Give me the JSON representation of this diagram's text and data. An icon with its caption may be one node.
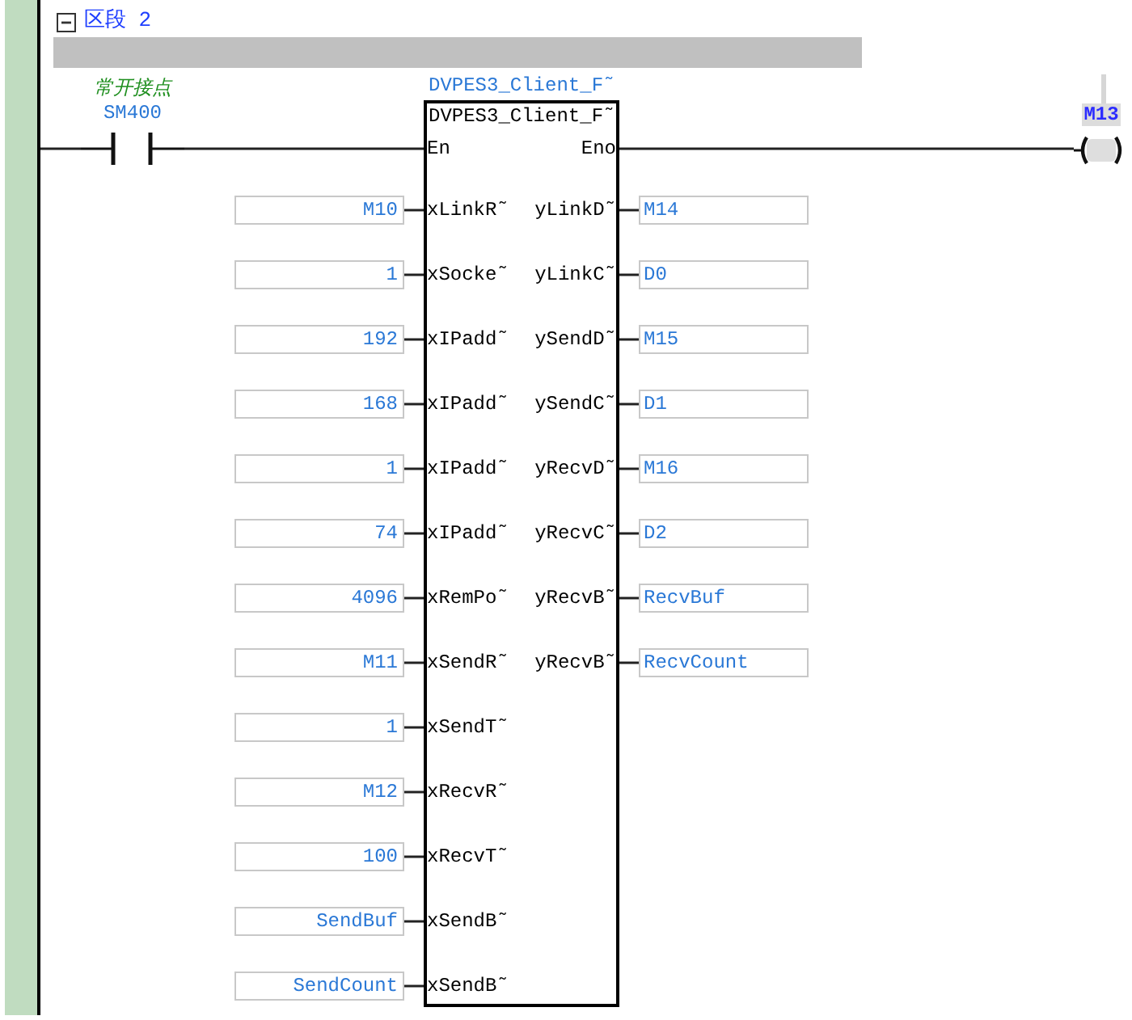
{
  "diagram": {
    "title": "区段 2",
    "nodes": [
      {
        "text": [],
        "shape": "bar"
      },
      {
        "text": [
          "常开接点",
          "SM400"
        ]
      },
      {
        "text": [
          "DVPES3_Client_F˜"
        ],
        "beside": [
          "DVPES3_Client_F˜"
        ]
      },
      {
        "text": [
          "En"
        ],
        "in": 2
      },
      {
        "text": [
          "Eno"
        ],
        "in": 2
      },
      {
        "text": [
          "M13"
        ]
      },
      {
        "text": [
          "M10"
        ]
      },
      {
        "text": [
          "xLinkR˜"
        ],
        "in": 2
      },
      {
        "text": [
          "yLinkD˜"
        ],
        "in": 2
      },
      {
        "text": [
          "M14"
        ]
      },
      {
        "text": [
          "1"
        ]
      },
      {
        "text": [
          "xSocke˜"
        ],
        "in": 2
      },
      {
        "text": [
          "yLinkC˜"
        ],
        "in": 2
      },
      {
        "text": [
          "D0"
        ]
      },
      {
        "text": [
          "192"
        ]
      },
      {
        "text": [
          "xIPadd˜"
        ],
        "in": 2
      },
      {
        "text": [
          "ySendD˜"
        ],
        "in": 2
      },
      {
        "text": [
          "M15"
        ]
      },
      {
        "text": [
          "168"
        ]
      },
      {
        "text": [
          "xIPadd˜"
        ],
        "in": 2
      },
      {
        "text": [
          "ySendC˜"
        ],
        "in": 2
      },
      {
        "text": [
          "D1"
        ]
      },
      {
        "text": [
          "1"
        ]
      },
      {
        "text": [
          "xIPadd˜"
        ],
        "in": 2
      },
      {
        "text": [
          "yRecvD˜"
        ],
        "in": 2
      },
      {
        "text": [
          "M16"
        ]
      },
      {
        "text": [
          "74"
        ]
      },
      {
        "text": [
          "xIPadd˜"
        ],
        "in": 2
      },
      {
        "text": [
          "yRecvC˜"
        ],
        "in": 2
      },
      {
        "text": [
          "D2"
        ]
      },
      {
        "text": [
          "4096"
        ]
      },
      {
        "text": [
          "xRemPo˜"
        ],
        "in": 2
      },
      {
        "text": [
          "yRecvB˜"
        ],
        "in": 2
      },
      {
        "text": [
          "RecvBuf"
        ]
      },
      {
        "text": [
          "M11"
        ]
      },
      {
        "text": [
          "xSendR˜"
        ],
        "in": 2
      },
      {
        "text": [
          "yRecvB˜"
        ],
        "in": 2
      },
      {
        "text": [
          "RecvCount"
        ]
      },
      {
        "text": [
          "1"
        ]
      },
      {
        "text": [
          "xSendT˜"
        ],
        "in": 2
      },
      {
        "text": [
          "M12"
        ]
      },
      {
        "text": [
          "xRecvR˜"
        ],
        "in": 2
      },
      {
        "text": [
          "100"
        ]
      },
      {
        "text": [
          "xRecvT˜"
        ],
        "in": 2
      },
      {
        "text": [
          "SendBuf"
        ]
      },
      {
        "text": [
          "xSendB˜"
        ],
        "in": 2
      },
      {
        "text": [
          "SendCount"
        ]
      },
      {
        "text": [
          "xSendB˜"
        ],
        "in": 2
      }
    ],
    "edges": [
      {
        "from": 0,
        "to": 1,
        "arrow": "none"
      },
      {
        "from": 1,
        "to": 3,
        "arrow": "none"
      },
      {
        "from": 4,
        "to": 5,
        "arrow": "none"
      },
      {
        "from": 6,
        "to": 7,
        "arrow": "none"
      },
      {
        "from": 8,
        "to": 9,
        "arrow": "none"
      },
      {
        "from": 10,
        "to": 11,
        "arrow": "none"
      },
      {
        "from": 12,
        "to": 13,
        "arrow": "none"
      },
      {
        "from": 14,
        "to": 15,
        "arrow": "none"
      },
      {
        "from": 16,
        "to": 17,
        "arrow": "none"
      },
      {
        "from": 18,
        "to": 19,
        "arrow": "none"
      },
      {
        "from": 20,
        "to": 21,
        "arrow": "none"
      },
      {
        "from": 22,
        "to": 23,
        "arrow": "none"
      },
      {
        "from": 24,
        "to": 25,
        "arrow": "none"
      },
      {
        "from": 26,
        "to": 27,
        "arrow": "none"
      },
      {
        "from": 28,
        "to": 29,
        "arrow": "none"
      },
      {
        "from": 30,
        "to": 31,
        "arrow": "none"
      },
      {
        "from": 32,
        "to": 33,
        "arrow": "none"
      },
      {
        "from": 34,
        "to": 35,
        "arrow": "none"
      },
      {
        "from": 36,
        "to": 37,
        "arrow": "none"
      },
      {
        "from": 38,
        "to": 39,
        "arrow": "none"
      },
      {
        "from": 40,
        "to": 41,
        "arrow": "none"
      },
      {
        "from": 42,
        "to": 43,
        "arrow": "none"
      },
      {
        "from": 44,
        "to": 45,
        "arrow": "none"
      },
      {
        "from": 46,
        "to": 47,
        "arrow": "none"
      }
    ]
  }
}
